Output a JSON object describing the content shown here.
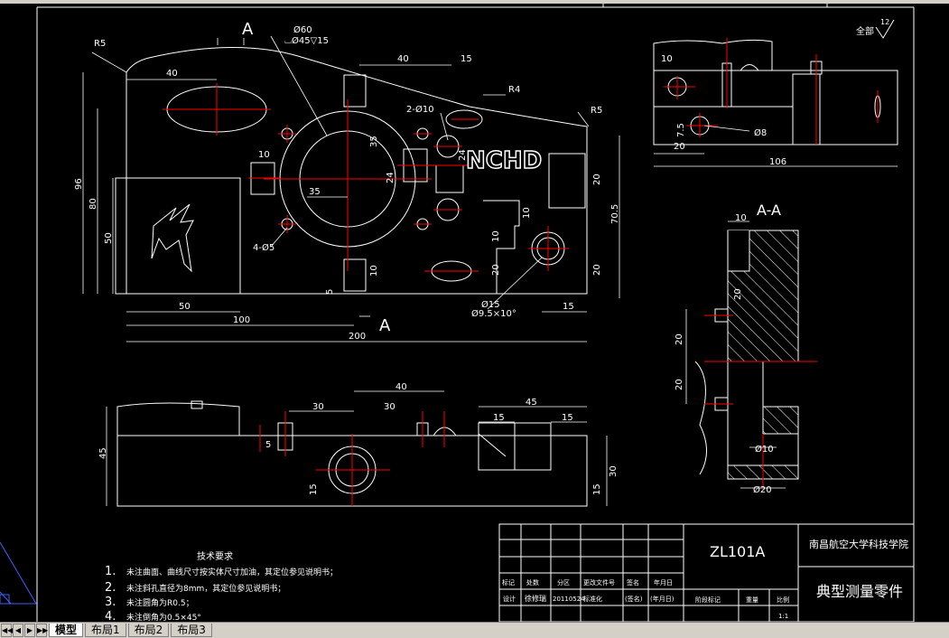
{
  "drawing": {
    "section_label": "A",
    "section_title": "A-A",
    "finish_mark": "全部",
    "roughness": "12",
    "logo_text": "NCHD"
  },
  "dims": {
    "r5_left": "R5",
    "r5_right": "R5",
    "r4": "R4",
    "d60": "Ø60",
    "d45": "⌴Ø45▽15",
    "two_d10": "2-Ø10",
    "four_d5": "4-Ø5",
    "d15": "Ø15",
    "d9_5": "Ø9.5×10°",
    "d8": "Ø8",
    "d10": "Ø10",
    "d20": "Ø20",
    "v40": "40",
    "v15": "15",
    "v35": "35",
    "v10": "10",
    "v24": "24",
    "v20": "20",
    "v5": "5",
    "v50": "50",
    "v80": "80",
    "v96": "96",
    "v70_5": "70.5",
    "v100": "100",
    "v200": "200",
    "v30": "30",
    "v45": "45",
    "v106": "106",
    "v7_5": "7.5"
  },
  "notes": {
    "title": "技术要求",
    "items": [
      {
        "num": "1.",
        "text": "未注曲面、曲线尺寸按实体尺寸加油，其定位参见说明书；"
      },
      {
        "num": "2.",
        "text": "未注斜孔直径为8mm，其定位参见说明书；"
      },
      {
        "num": "3.",
        "text": "未注圆角为R0.5；"
      },
      {
        "num": "4.",
        "text": "未注倒角为0.5×45°"
      }
    ]
  },
  "titleblock": {
    "part_no": "ZL101A",
    "school": "南昌航空大学科技学院",
    "part_name": "典型测量零件",
    "labels": {
      "mark": "标记",
      "count": "处数",
      "zone": "分区",
      "doc_no": "更改文件号",
      "sign": "签名",
      "date": "年月日",
      "design": "设计",
      "designer": "徐修瑞",
      "design_date": "20110524",
      "std": "标准化",
      "sign2": "(签名)",
      "date2": "(年月日)",
      "stage": "阶段标记",
      "weight": "重量",
      "scale": "比例",
      "scale_val": "1:1"
    }
  },
  "tabs": [
    {
      "label": "模型",
      "active": true
    },
    {
      "label": "布局1",
      "active": false
    },
    {
      "label": "布局2",
      "active": false
    },
    {
      "label": "布局3",
      "active": false
    }
  ],
  "colors": {
    "background": "#000000",
    "outline": "#ffffff",
    "centerline": "#ff0000",
    "hatch": "#ffffff"
  }
}
